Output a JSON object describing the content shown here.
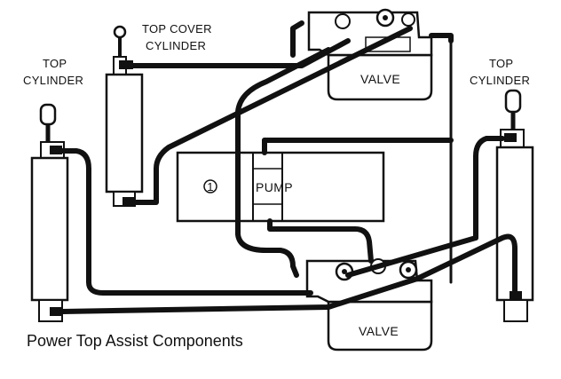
{
  "labels": {
    "top_cover_cylinder_line1": "TOP COVER",
    "top_cover_cylinder_line2": "CYLINDER",
    "top_cylinder_left_line1": "TOP",
    "top_cylinder_left_line2": "CYLINDER",
    "top_cylinder_right_line1": "TOP",
    "top_cylinder_right_line2": "CYLINDER",
    "valve_upper": "VALVE",
    "valve_lower": "VALVE",
    "pump": "PUMP",
    "pump_marker": "1"
  },
  "caption": "Power Top Assist Components",
  "colors": {
    "ink": "#111111",
    "paper": "#ffffff"
  }
}
